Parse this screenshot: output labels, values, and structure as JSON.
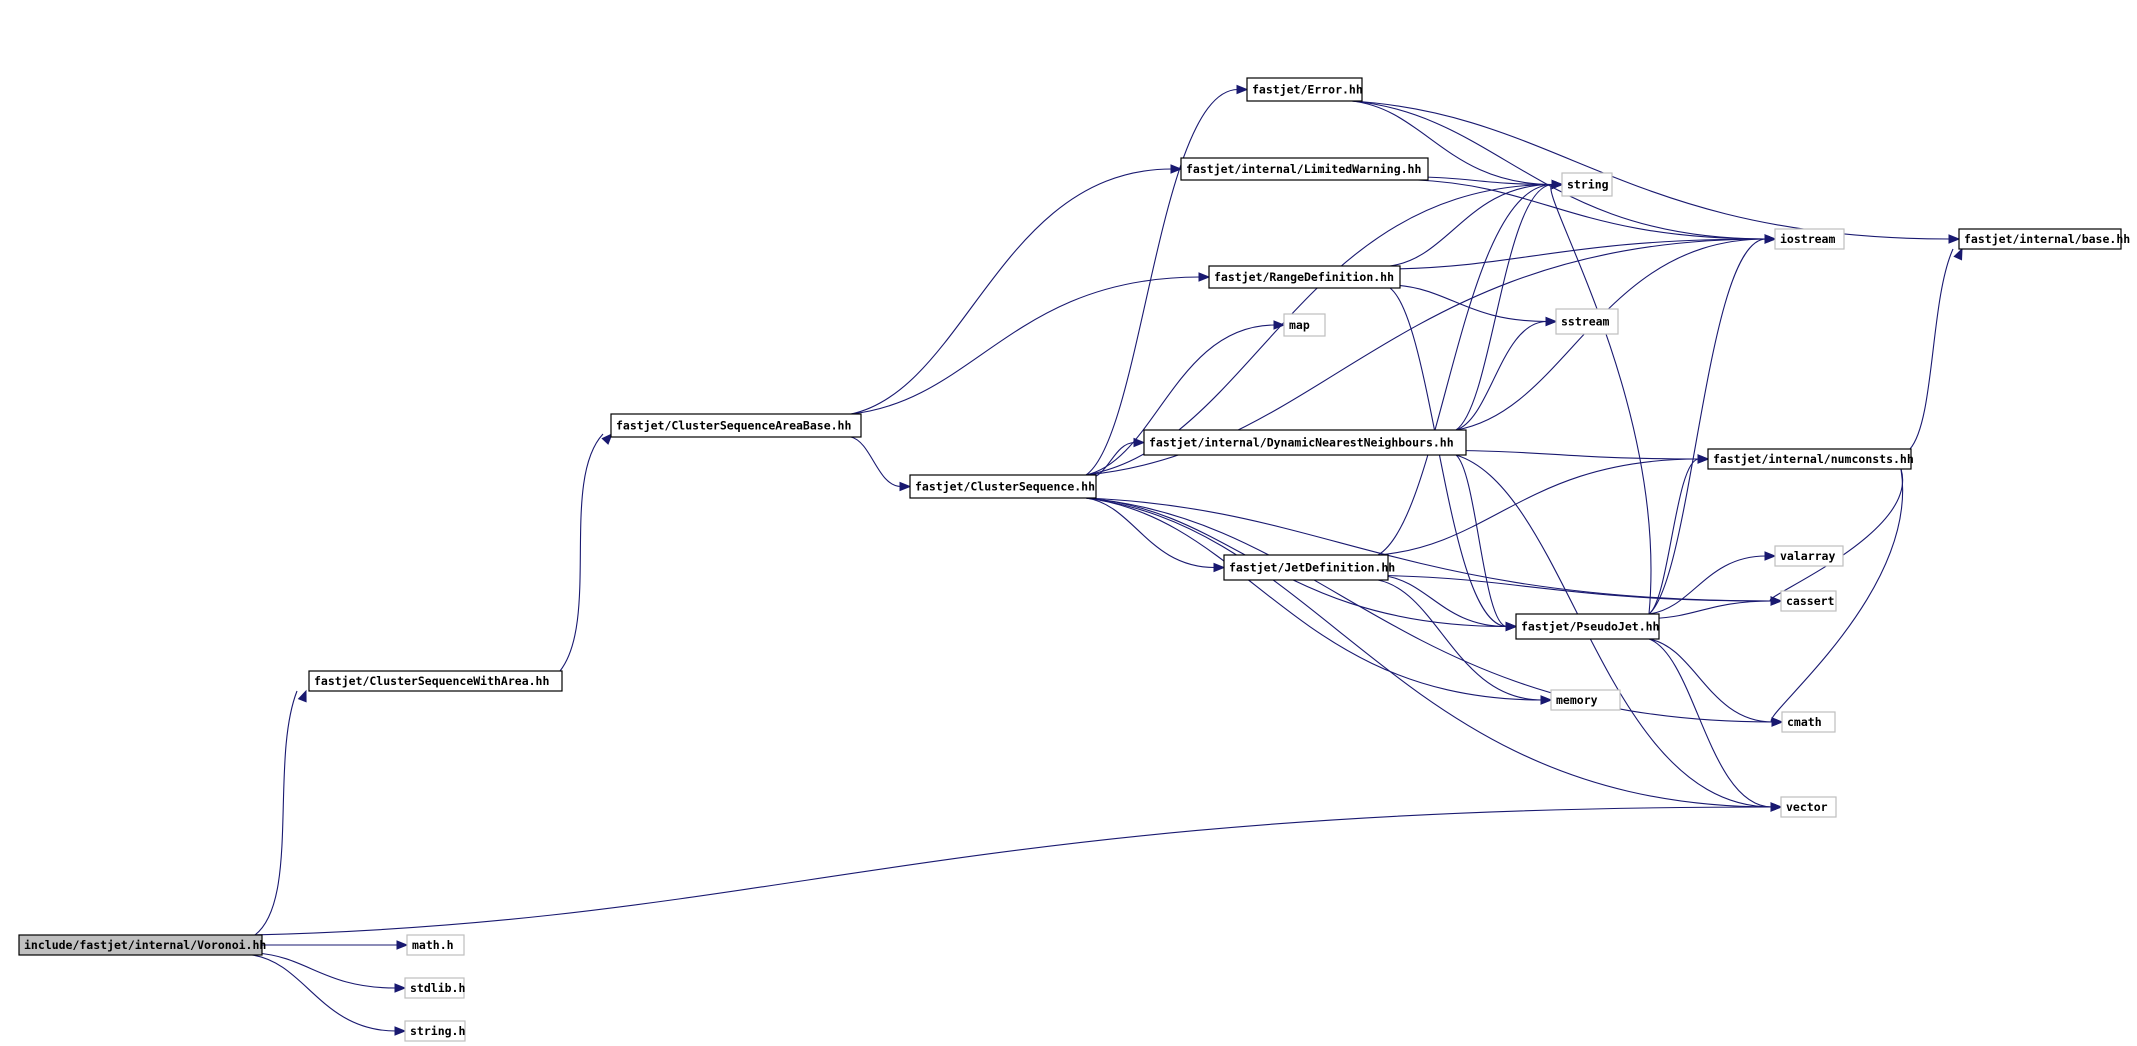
{
  "title": "include/fastjet/internal/Voronoi.hh include dependency graph",
  "colors": {
    "edge": "#191970",
    "root_fill": "#bfbfbf",
    "local_border": "#000000",
    "system_border": "#bfbfbf"
  },
  "nodes": [
    {
      "id": "voronoi",
      "label": "include/fastjet/internal/Voronoi.hh",
      "kind": "root"
    },
    {
      "id": "math_h",
      "label": "math.h",
      "kind": "system"
    },
    {
      "id": "stdlib_h",
      "label": "stdlib.h",
      "kind": "system"
    },
    {
      "id": "string_h",
      "label": "string.h",
      "kind": "system"
    },
    {
      "id": "cswa",
      "label": "fastjet/ClusterSequenceWithArea.hh",
      "kind": "local"
    },
    {
      "id": "csab",
      "label": "fastjet/ClusterSequenceAreaBase.hh",
      "kind": "local"
    },
    {
      "id": "cs",
      "label": "fastjet/ClusterSequence.hh",
      "kind": "local"
    },
    {
      "id": "error",
      "label": "fastjet/Error.hh",
      "kind": "local"
    },
    {
      "id": "limwarn",
      "label": "fastjet/internal/LimitedWarning.hh",
      "kind": "local"
    },
    {
      "id": "rangedef",
      "label": "fastjet/RangeDefinition.hh",
      "kind": "local"
    },
    {
      "id": "map",
      "label": "map",
      "kind": "system"
    },
    {
      "id": "dnn",
      "label": "fastjet/internal/DynamicNearestNeighbours.hh",
      "kind": "local"
    },
    {
      "id": "jetdef",
      "label": "fastjet/JetDefinition.hh",
      "kind": "local"
    },
    {
      "id": "pseudojet",
      "label": "fastjet/PseudoJet.hh",
      "kind": "local"
    },
    {
      "id": "string",
      "label": "string",
      "kind": "system"
    },
    {
      "id": "sstream",
      "label": "sstream",
      "kind": "system"
    },
    {
      "id": "memory",
      "label": "memory",
      "kind": "system"
    },
    {
      "id": "iostream",
      "label": "iostream",
      "kind": "system"
    },
    {
      "id": "numconsts",
      "label": "fastjet/internal/numconsts.hh",
      "kind": "local"
    },
    {
      "id": "valarray",
      "label": "valarray",
      "kind": "system"
    },
    {
      "id": "cassert",
      "label": "cassert",
      "kind": "system"
    },
    {
      "id": "cmath",
      "label": "cmath",
      "kind": "system"
    },
    {
      "id": "vector",
      "label": "vector",
      "kind": "system"
    },
    {
      "id": "base",
      "label": "fastjet/internal/base.hh",
      "kind": "local"
    }
  ],
  "edges": [
    [
      "voronoi",
      "math_h"
    ],
    [
      "voronoi",
      "stdlib_h"
    ],
    [
      "voronoi",
      "string_h"
    ],
    [
      "voronoi",
      "cswa"
    ],
    [
      "voronoi",
      "vector"
    ],
    [
      "cswa",
      "csab"
    ],
    [
      "csab",
      "limwarn"
    ],
    [
      "csab",
      "rangedef"
    ],
    [
      "csab",
      "cs"
    ],
    [
      "cs",
      "error"
    ],
    [
      "cs",
      "string"
    ],
    [
      "cs",
      "map"
    ],
    [
      "cs",
      "iostream"
    ],
    [
      "cs",
      "dnn"
    ],
    [
      "cs",
      "jetdef"
    ],
    [
      "cs",
      "pseudojet"
    ],
    [
      "cs",
      "memory"
    ],
    [
      "cs",
      "cassert"
    ],
    [
      "cs",
      "cmath"
    ],
    [
      "cs",
      "vector"
    ],
    [
      "error",
      "string"
    ],
    [
      "error",
      "iostream"
    ],
    [
      "error",
      "base"
    ],
    [
      "limwarn",
      "string"
    ],
    [
      "limwarn",
      "iostream"
    ],
    [
      "rangedef",
      "iostream"
    ],
    [
      "rangedef",
      "string"
    ],
    [
      "rangedef",
      "sstream"
    ],
    [
      "rangedef",
      "pseudojet"
    ],
    [
      "dnn",
      "string"
    ],
    [
      "dnn",
      "iostream"
    ],
    [
      "dnn",
      "sstream"
    ],
    [
      "dnn",
      "numconsts"
    ],
    [
      "dnn",
      "pseudojet"
    ],
    [
      "dnn",
      "vector"
    ],
    [
      "jetdef",
      "string"
    ],
    [
      "jetdef",
      "numconsts"
    ],
    [
      "jetdef",
      "pseudojet"
    ],
    [
      "jetdef",
      "cassert"
    ],
    [
      "jetdef",
      "memory"
    ],
    [
      "pseudojet",
      "valarray"
    ],
    [
      "pseudojet",
      "cassert"
    ],
    [
      "pseudojet",
      "cmath"
    ],
    [
      "pseudojet",
      "vector"
    ],
    [
      "pseudojet",
      "iostream"
    ],
    [
      "pseudojet",
      "numconsts"
    ],
    [
      "pseudojet",
      "string"
    ],
    [
      "numconsts",
      "base"
    ],
    [
      "numconsts",
      "cmath"
    ],
    [
      "numconsts",
      "cassert"
    ]
  ]
}
